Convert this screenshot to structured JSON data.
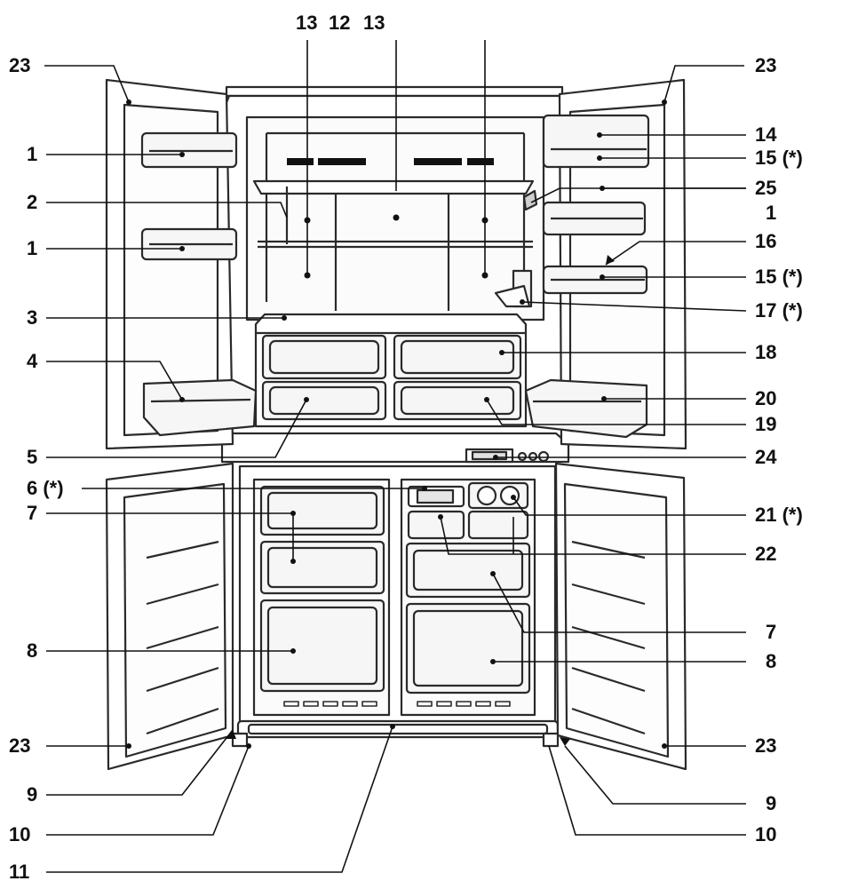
{
  "colors": {
    "line": "#2a2a2a",
    "panel": "#f6f6f6",
    "shade": "#e9e9e9",
    "dark": "#111111"
  },
  "callouts": {
    "top": [
      "13",
      "12",
      "13"
    ],
    "left": [
      "23",
      "1",
      "2",
      "1",
      "3",
      "4",
      "5",
      "6 (*)",
      "7",
      "8",
      "23",
      "9",
      "10",
      "11"
    ],
    "right": [
      "23",
      "14",
      "15 (*)",
      "25",
      "1",
      "16",
      "15 (*)",
      "17 (*)",
      "18",
      "20",
      "19",
      "24",
      "21 (*)",
      "22",
      "7",
      "8",
      "23",
      "9",
      "10"
    ]
  }
}
